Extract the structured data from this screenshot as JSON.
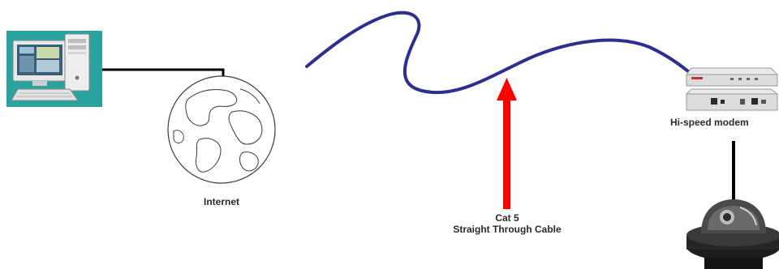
{
  "labels": {
    "internet": "Internet",
    "cable_line1": "Cat 5",
    "cable_line2": "Straight Through Cable",
    "modem": "Hi-speed modem"
  },
  "colors": {
    "cable": "#2b2f93",
    "arrow": "#ff0000",
    "wire": "#000000",
    "pc_background": "#2aa3a0"
  },
  "icons": {
    "computer": "desktop-computer-icon",
    "globe": "globe-icon",
    "modem": "modem-icon",
    "camera": "dome-camera-icon"
  }
}
